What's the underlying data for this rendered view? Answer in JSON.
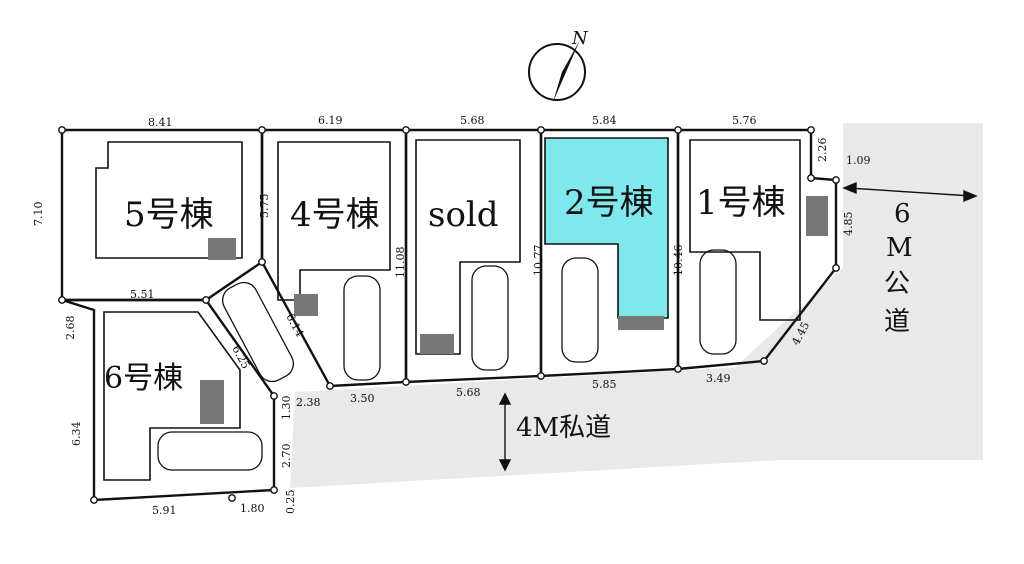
{
  "compass": {
    "label": "N",
    "icon": "north-arrow-icon"
  },
  "lots": {
    "lot5": "5号棟",
    "lot4": "4号棟",
    "sold": "sold",
    "lot2": "2号棟",
    "lot1": "1号棟",
    "lot6": "6号棟"
  },
  "highlight_color": "#7ee8ec",
  "roads": {
    "private": "4M私道",
    "public_width": "6",
    "public_unit": "M",
    "public_kanji_1": "公",
    "public_kanji_2": "道"
  },
  "dims": {
    "top_lot5": "8.41",
    "top_lot4": "6.19",
    "top_sold": "5.68",
    "top_lot2": "5.84",
    "top_lot1": "5.76",
    "corner_226": "2.26",
    "corner_109": "1.09",
    "right_485": "4.85",
    "diag_445": "4.45",
    "left_710": "7.10",
    "side_575": "5.75",
    "side_1108": "11.08",
    "side_1077": "10.77",
    "side_1046": "10.46",
    "lot6_top": "5.51",
    "lot6_268": "2.68",
    "lot6_634": "6.34",
    "lot6_625": "6.25",
    "diag_614": "6.14",
    "bottom_349": "3.49",
    "bottom_585": "5.85",
    "bottom_568": "5.68",
    "bottom_350": "3.50",
    "bottom_238": "2.38",
    "v_130": "1.30",
    "v_270": "2.70",
    "v_025": "0.25",
    "lot6_bottom_591": "5.91",
    "lot6_bottom_180": "1.80"
  }
}
